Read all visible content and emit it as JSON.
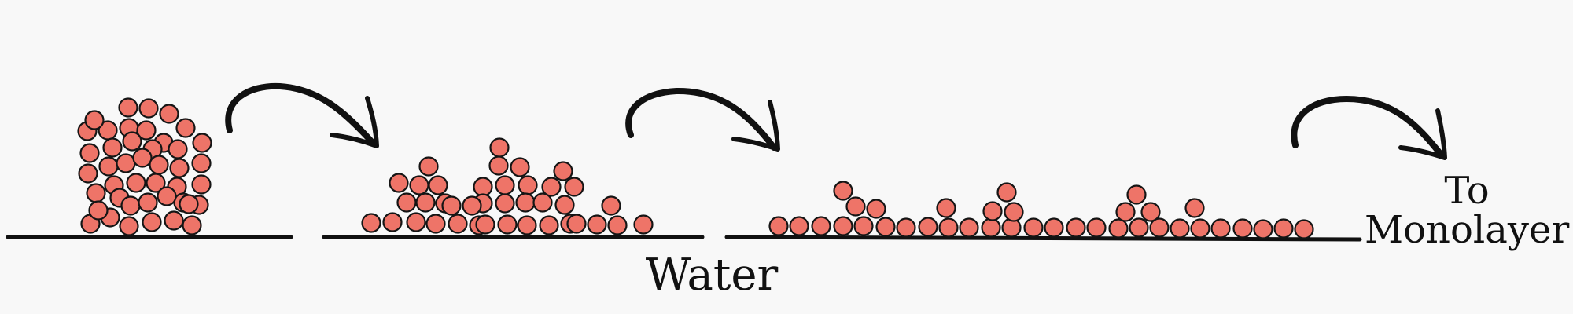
{
  "labels": {
    "medium": "Water",
    "outcome_line1": "To",
    "outcome_line2": "Monolayer"
  },
  "colors": {
    "particle_fill": "#ee7468",
    "particle_stroke": "#151515",
    "ink": "#111111",
    "background": "#f8f8f8"
  },
  "stages": [
    {
      "stage": 1,
      "form": "spherical aggregate"
    },
    {
      "stage": 2,
      "form": "partially spread multilayer heaps"
    },
    {
      "stage": 3,
      "form": "mostly single layer with few stacked particles"
    }
  ],
  "icons": [
    "curved-arrow-icon",
    "curved-arrow-icon",
    "curved-arrow-icon"
  ]
}
